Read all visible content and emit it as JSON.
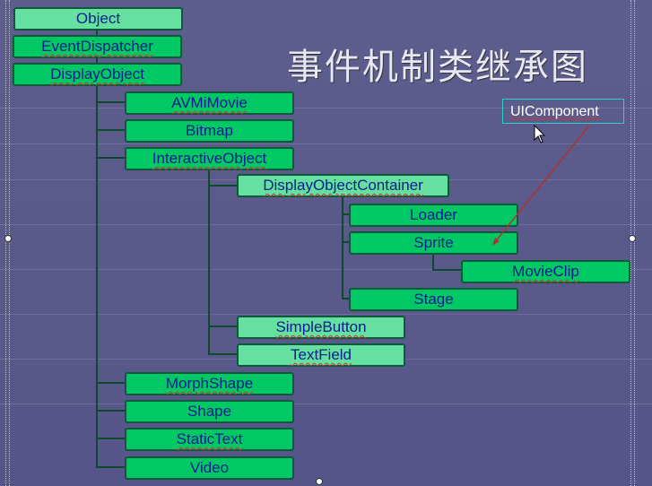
{
  "title": "事件机制类继承图",
  "nodes": {
    "object": "Object",
    "event_dispatcher": "EventDispatcher",
    "display_object": "DisplayObject",
    "avmimovie": "AVMiMovie",
    "bitmap": "Bitmap",
    "interactive_object": "InteractiveObject",
    "display_object_container": "DisplayObjectContainer",
    "loader": "Loader",
    "sprite": "Sprite",
    "movieclip": "MovieClip",
    "stage": "Stage",
    "simple_button": "SimpleButton",
    "textfield": "TextField",
    "morph_shape": "MorphShape",
    "shape": "Shape",
    "static_text": "StaticText",
    "video": "Video"
  },
  "callout": "UIComponent",
  "colors": {
    "node": "#00c864",
    "node_light": "#66e0a0",
    "text": "#0a1f8c",
    "arrow": "#b03030"
  }
}
